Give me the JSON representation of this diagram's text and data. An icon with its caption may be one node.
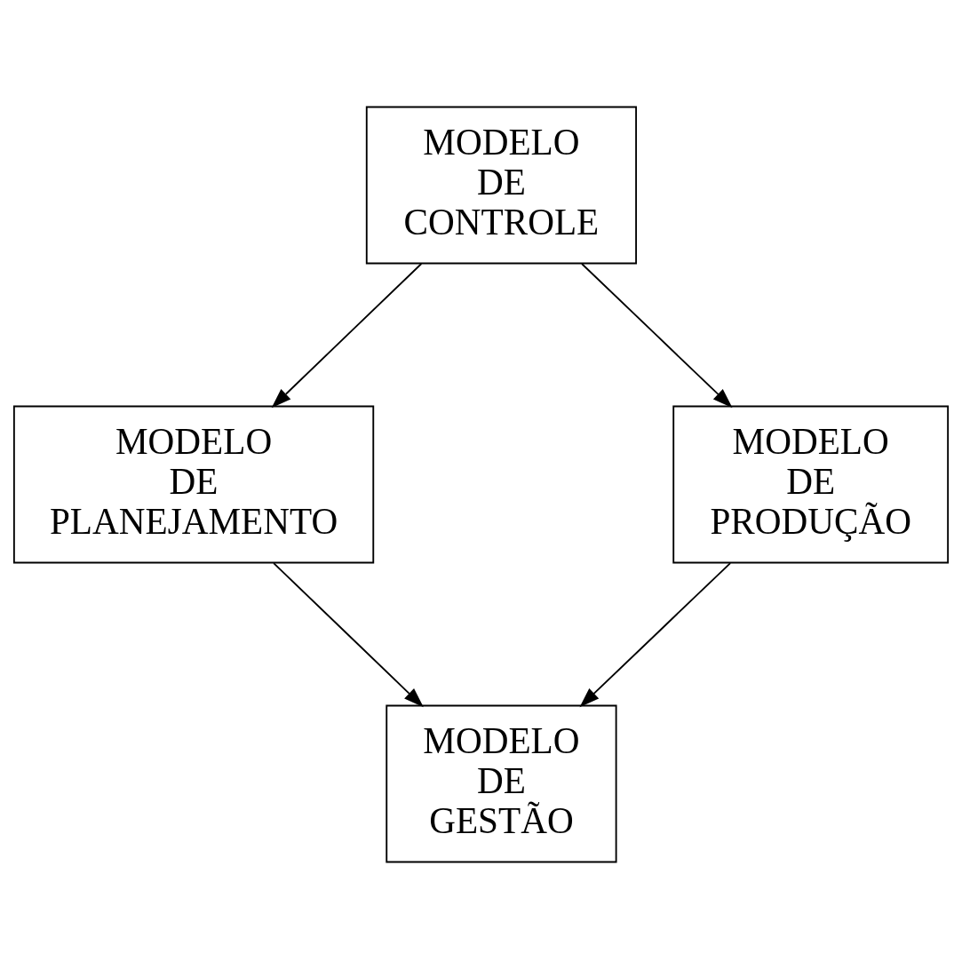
{
  "diagram": {
    "nodes": [
      {
        "text": [
          "MODELO DE CONTROLE"
        ]
      },
      {
        "text": [
          "MODELO DE PLANEJAMENTO"
        ]
      },
      {
        "text": [
          "MODELO DE PRODUÇÃO"
        ]
      },
      {
        "text": [
          "MODELO DE GESTÃO"
        ]
      }
    ],
    "edges": [
      {
        "from": 0,
        "to": 1,
        "arrow": "to"
      },
      {
        "from": 0,
        "to": 2,
        "arrow": "to"
      },
      {
        "from": 1,
        "to": 3,
        "arrow": "to"
      },
      {
        "from": 2,
        "to": 3,
        "arrow": "to"
      }
    ]
  }
}
